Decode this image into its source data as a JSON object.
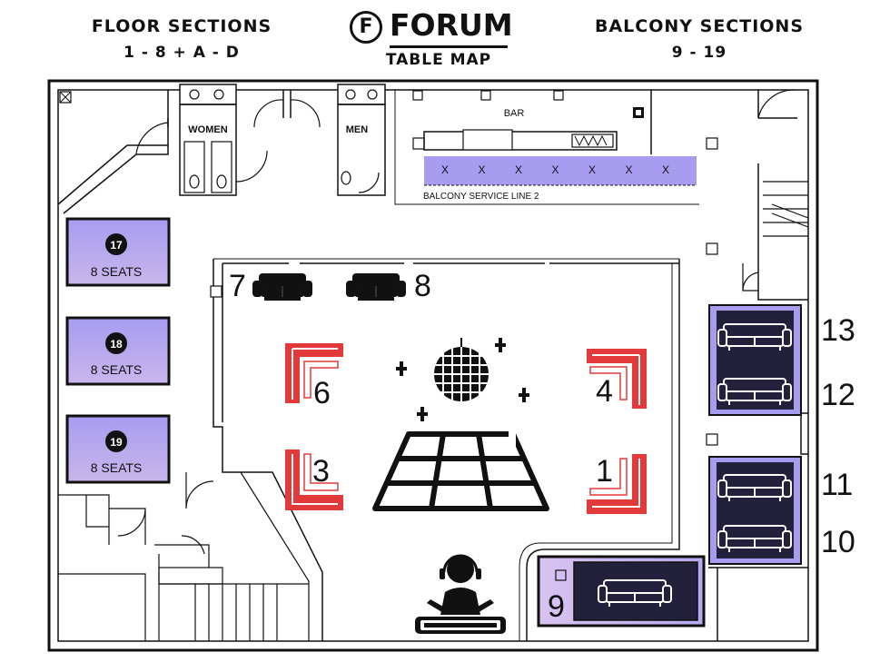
{
  "header": {
    "left_title": "FLOOR SECTIONS",
    "left_sub": "1 - 8 + A - D",
    "right_title": "BALCONY SECTIONS",
    "right_sub": "9 - 19",
    "logo_mark": "F",
    "logo_word": "FORUM",
    "logo_sub": "TABLE MAP"
  },
  "rooms": {
    "women": "WOMEN",
    "men": "MEN",
    "bar": "BAR",
    "service_line": "BALCONY SERVICE LINE 2",
    "service_markers": [
      "X",
      "X",
      "X",
      "X",
      "X",
      "X",
      "X"
    ]
  },
  "tables": {
    "t17": {
      "number": "17",
      "seats": "8 SEATS"
    },
    "t18": {
      "number": "18",
      "seats": "8 SEATS"
    },
    "t19": {
      "number": "19",
      "seats": "8 SEATS"
    }
  },
  "sections": {
    "s1": "1",
    "s3": "3",
    "s4": "4",
    "s6": "6",
    "s7": "7",
    "s8": "8",
    "s9": "9",
    "s10": "10",
    "s11": "11",
    "s12": "12",
    "s13": "13"
  },
  "colors": {
    "lavender": "#a79cf0",
    "lavender_light": "#c9c2f7",
    "navy": "#22203a",
    "booth_red": "#e23a3a",
    "wall": "#111111"
  },
  "icons": [
    "disco-ball-icon",
    "dance-floor-icon",
    "dj-icon",
    "couch-icon",
    "sofa-icon",
    "sparkle-icon"
  ]
}
